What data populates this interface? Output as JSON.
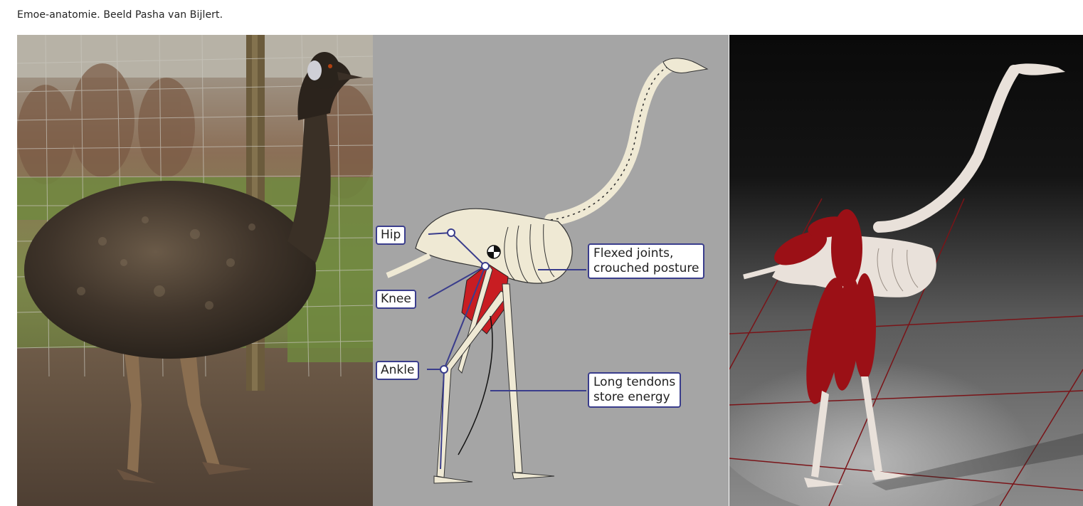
{
  "caption": "Emoe-anatomie. Beeld Pasha van Bijlert.",
  "panels": {
    "photo": {
      "icon": "emu-photo"
    },
    "diagram": {
      "labels": {
        "hip": "Hip",
        "knee": "Knee",
        "ankle": "Ankle",
        "flexed_line1": "Flexed joints,",
        "flexed_line2": "crouched posture",
        "tendons_line1": "Long tendons",
        "tendons_line2": "store energy"
      },
      "colors": {
        "background": "#a5a5a5",
        "bone": "#efe9d4",
        "muscle": "#c81d22",
        "joint_line": "#3a3d8c"
      }
    },
    "render": {
      "icon": "emu-3d-render",
      "colors": {
        "muscle": "#9b1016",
        "grid_line": "#7a1418"
      }
    }
  }
}
